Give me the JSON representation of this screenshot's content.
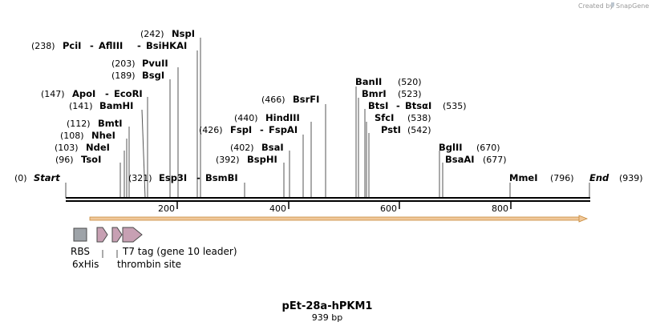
{
  "credit": {
    "text": "Created by",
    "brand": "SnapGene"
  },
  "map": {
    "length_bp": 939,
    "title": "pEt-28a-hPKM1",
    "subtitle": "939 bp",
    "axis_ticks": [
      "200",
      "400",
      "600",
      "800"
    ],
    "start": {
      "pos": "(0)",
      "label": "Start"
    },
    "end": {
      "pos": "(939)",
      "label": "End"
    },
    "sites": [
      {
        "pos": "(96)",
        "names": [
          "TsoI"
        ]
      },
      {
        "pos": "(103)",
        "names": [
          "NdeI"
        ]
      },
      {
        "pos": "(108)",
        "names": [
          "NheI"
        ]
      },
      {
        "pos": "(112)",
        "names": [
          "BmtI"
        ]
      },
      {
        "pos": "(141)",
        "names": [
          "BamHI"
        ]
      },
      {
        "pos": "(147)",
        "names": [
          "ApoI",
          "EcoRI"
        ]
      },
      {
        "pos": "(189)",
        "names": [
          "BsgI"
        ]
      },
      {
        "pos": "(203)",
        "names": [
          "PvuII"
        ]
      },
      {
        "pos": "(238)",
        "names": [
          "PciI",
          "AflIII",
          "BsiHKAI"
        ]
      },
      {
        "pos": "(242)",
        "names": [
          "NspI"
        ]
      },
      {
        "pos": "(321)",
        "names": [
          "Esp3I",
          "BsmBI"
        ]
      },
      {
        "pos": "(392)",
        "names": [
          "BspHI"
        ]
      },
      {
        "pos": "(402)",
        "names": [
          "BsaI"
        ]
      },
      {
        "pos": "(426)",
        "names": [
          "FspI",
          "FspAI"
        ]
      },
      {
        "pos": "(440)",
        "names": [
          "HindIII"
        ]
      },
      {
        "pos": "(466)",
        "names": [
          "BsrFI"
        ]
      },
      {
        "pos": "(520)",
        "names": [
          "BanII"
        ]
      },
      {
        "pos": "(523)",
        "names": [
          "BmrI"
        ]
      },
      {
        "pos": "(535)",
        "names": [
          "BtsI",
          "BtsαI"
        ]
      },
      {
        "pos": "(538)",
        "names": [
          "SfcI"
        ]
      },
      {
        "pos": "(542)",
        "names": [
          "PstI"
        ]
      },
      {
        "pos": "(670)",
        "names": [
          "BglII"
        ]
      },
      {
        "pos": "(677)",
        "names": [
          "BsaAI"
        ]
      },
      {
        "pos": "(796)",
        "names": [
          "MmeI"
        ]
      }
    ],
    "features": [
      {
        "name": "RBS",
        "color": "#9ea3a8"
      },
      {
        "name": "6xHis",
        "color": "#c7a0b3"
      },
      {
        "name": "thrombin site",
        "color": "#c7a0b3"
      },
      {
        "name": "T7 tag (gene 10 leader)",
        "color": "#c7a0b3"
      }
    ],
    "orf_color": "#f0c89a"
  }
}
